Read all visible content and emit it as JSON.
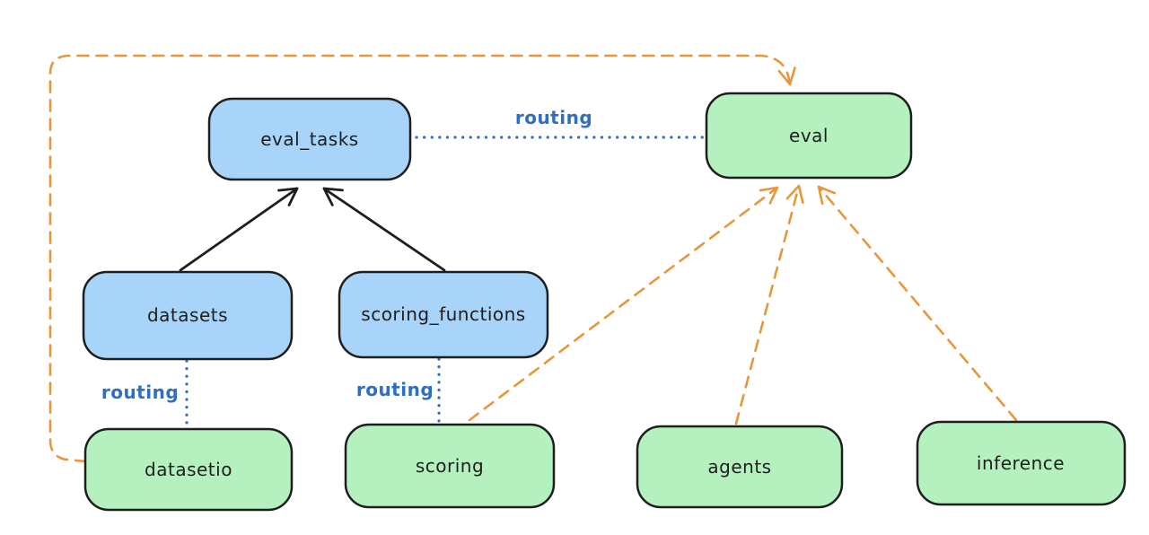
{
  "diagram": {
    "background_color": "#ffffff",
    "colors": {
      "node_stroke": "#1e1e1e",
      "blue_fill": "#a7d4f8",
      "green_fill": "#b4f1bf",
      "routing_blue": "#2e6fc3",
      "orange_dash": "#e8963c",
      "black_arrow": "#1e1e1e"
    },
    "nodes": {
      "eval_tasks": {
        "label": "eval_tasks",
        "color": "blue"
      },
      "eval": {
        "label": "eval",
        "color": "green"
      },
      "datasets": {
        "label": "datasets",
        "color": "blue"
      },
      "scoring_functions": {
        "label": "scoring_functions",
        "color": "blue"
      },
      "datasetio": {
        "label": "datasetio",
        "color": "green"
      },
      "scoring": {
        "label": "scoring",
        "color": "green"
      },
      "agents": {
        "label": "agents",
        "color": "green"
      },
      "inference": {
        "label": "inference",
        "color": "green"
      }
    },
    "edges": {
      "eval_tasks_to_eval": {
        "label": "routing",
        "style": "dotted-blue"
      },
      "datasets_to_datasetio": {
        "label": "routing",
        "style": "dotted-blue"
      },
      "scoring_functions_to_scoring": {
        "label": "routing",
        "style": "dotted-blue"
      },
      "datasets_to_eval_tasks": {
        "style": "solid-black-arrow"
      },
      "scoring_functions_to_eval_tasks": {
        "style": "solid-black-arrow"
      },
      "datasetio_to_eval": {
        "style": "dashed-orange-arrow"
      },
      "scoring_to_eval": {
        "style": "dashed-orange-arrow"
      },
      "agents_to_eval": {
        "style": "dashed-orange-arrow"
      },
      "inference_to_eval": {
        "style": "dashed-orange-arrow"
      }
    }
  }
}
